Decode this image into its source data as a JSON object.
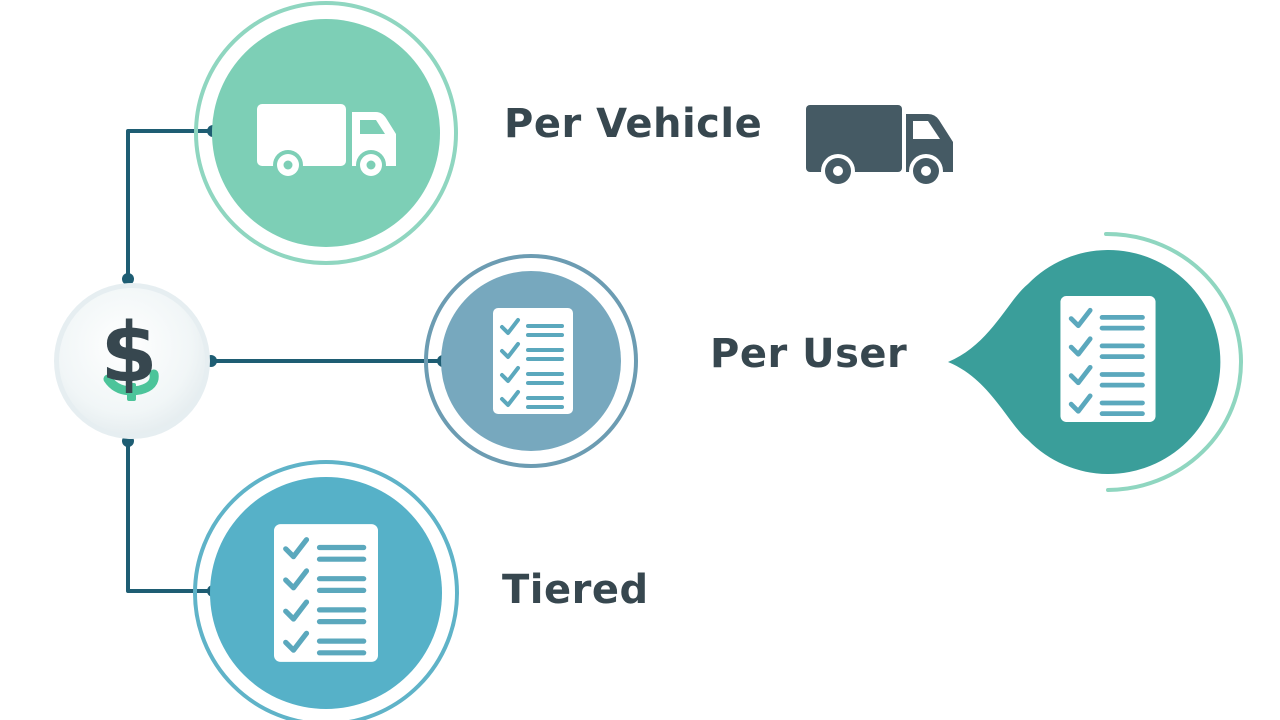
{
  "center": {
    "symbol": "$",
    "icon": "dollar-icon"
  },
  "options": [
    {
      "label": "Per Vehicle",
      "icon": "truck-icon"
    },
    {
      "label": "Per User",
      "icon": "checklist-icon"
    },
    {
      "label": "Tiered",
      "icon": "checklist-icon"
    }
  ],
  "colors": {
    "text": "#37474f",
    "connector": "#1e5d73",
    "vehicle_fill": "#7dcfb6",
    "vehicle_ring": "#8fd6c0",
    "user_fill": "#77a8be",
    "user_ring": "#6c9cb2",
    "tiered_fill": "#56b1c8",
    "tiered_ring": "#5fb3c8",
    "bubble_fill": "#3a9e9a",
    "truck_dark": "#455a64",
    "dollar_green": "#4cc49a"
  }
}
